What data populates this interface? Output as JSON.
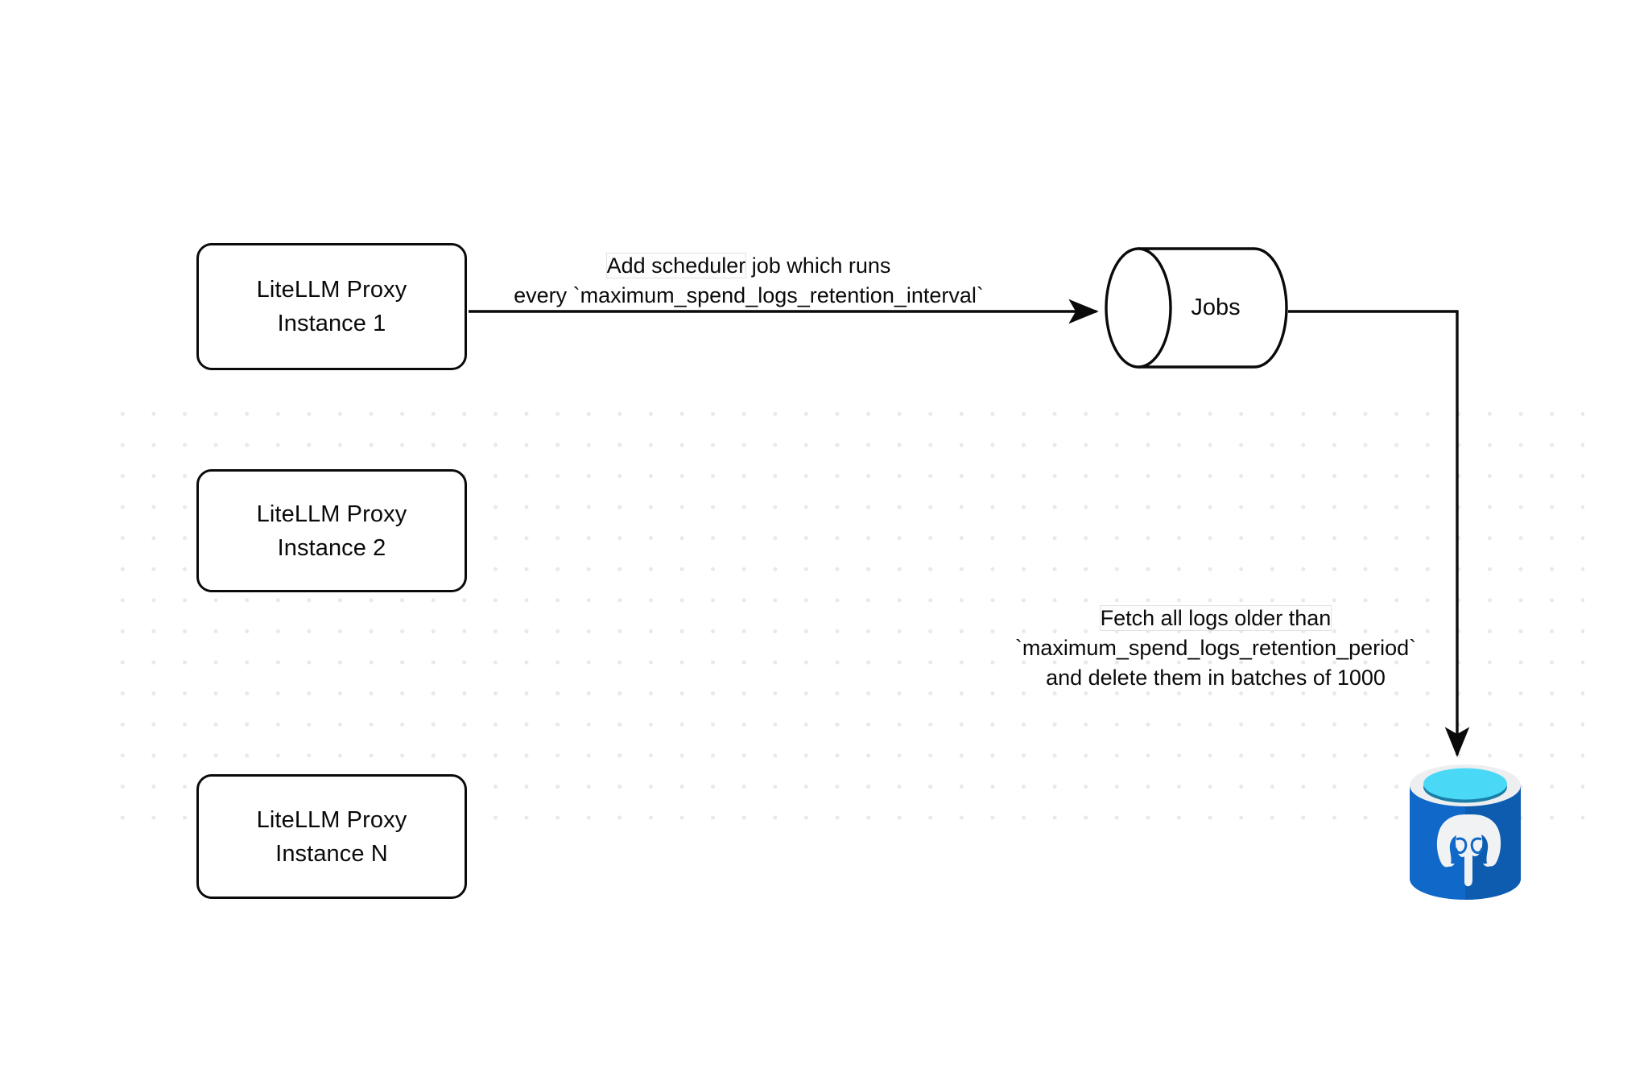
{
  "diagram": {
    "title": "LiteLLM spend logs retention scheduler flow",
    "background": {
      "canvas_color": "#ffffff",
      "dot_color": "#e9e9ea"
    },
    "nodes": [
      {
        "id": "instance-1",
        "shape": "rounded-rect",
        "line1": "LiteLLM Proxy",
        "line2": "Instance 1"
      },
      {
        "id": "instance-2",
        "shape": "rounded-rect",
        "line1": "LiteLLM Proxy",
        "line2": "Instance 2"
      },
      {
        "id": "instance-n",
        "shape": "rounded-rect",
        "line1": "LiteLLM Proxy",
        "line2": "Instance N"
      },
      {
        "id": "jobs",
        "shape": "cylinder",
        "label": "Jobs"
      },
      {
        "id": "postgres",
        "shape": "database-cylinder-icon",
        "label": "",
        "colors": {
          "body": "#1068c8",
          "body_dark": "#0d5cb0",
          "rim": "#eceef0",
          "liquid": "#4ad8f7",
          "liquid_shadow": "#1a7fa8",
          "elephant": "#f0f2f4"
        }
      }
    ],
    "edges": [
      {
        "id": "instance1-to-jobs",
        "from": "instance-1",
        "to": "jobs",
        "arrow": "triangle-filled",
        "label_line1": "Add scheduler job which runs",
        "label_line1_highlight": "Add scheduler",
        "label_line1_rest": " job which runs",
        "label_line2": "every `maximum_spend_logs_retention_interval`"
      },
      {
        "id": "jobs-to-postgres",
        "from": "jobs",
        "to": "postgres",
        "arrow": "triangle-filled",
        "label_line1_highlight": "Fetch all logs older than",
        "label_line2": "`maximum_spend_logs_retention_period`",
        "label_line3": "and delete them in batches of 1000"
      }
    ]
  }
}
